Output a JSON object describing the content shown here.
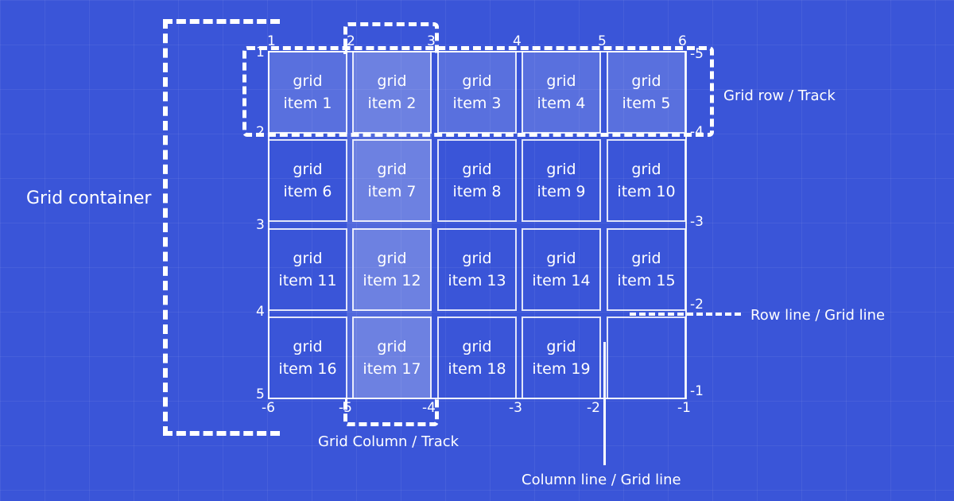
{
  "labels": {
    "grid_container": "Grid container",
    "grid_row_track": "Grid row / Track",
    "grid_column_track": "Grid Column / Track",
    "row_line": "Row line / Grid line",
    "column_line": "Column line / Grid line"
  },
  "items": [
    {
      "line1": "grid",
      "line2": "item 1"
    },
    {
      "line1": "grid",
      "line2": "item 2"
    },
    {
      "line1": "grid",
      "line2": "item 3"
    },
    {
      "line1": "grid",
      "line2": "item 4"
    },
    {
      "line1": "grid",
      "line2": "item 5"
    },
    {
      "line1": "grid",
      "line2": "item 6"
    },
    {
      "line1": "grid",
      "line2": "item 7"
    },
    {
      "line1": "grid",
      "line2": "item 8"
    },
    {
      "line1": "grid",
      "line2": "item 9"
    },
    {
      "line1": "grid",
      "line2": "item 10"
    },
    {
      "line1": "grid",
      "line2": "item 11"
    },
    {
      "line1": "grid",
      "line2": "item 12"
    },
    {
      "line1": "grid",
      "line2": "item 13"
    },
    {
      "line1": "grid",
      "line2": "item 14"
    },
    {
      "line1": "grid",
      "line2": "item 15"
    },
    {
      "line1": "grid",
      "line2": "item 16"
    },
    {
      "line1": "grid",
      "line2": "item 17"
    },
    {
      "line1": "grid",
      "line2": "item 18"
    },
    {
      "line1": "grid",
      "line2": "item 19"
    },
    {
      "line1": "",
      "line2": ""
    }
  ],
  "column_lines_top": [
    "1",
    "2",
    "3",
    "4",
    "5",
    "6"
  ],
  "column_lines_bottom": [
    "-6",
    "-5",
    "-4",
    "-3",
    "-2",
    "-1"
  ],
  "row_lines_left": [
    "1",
    "2",
    "3",
    "4",
    "5"
  ],
  "row_lines_right": [
    "-5",
    "-4",
    "-3",
    "-2",
    "-1"
  ]
}
